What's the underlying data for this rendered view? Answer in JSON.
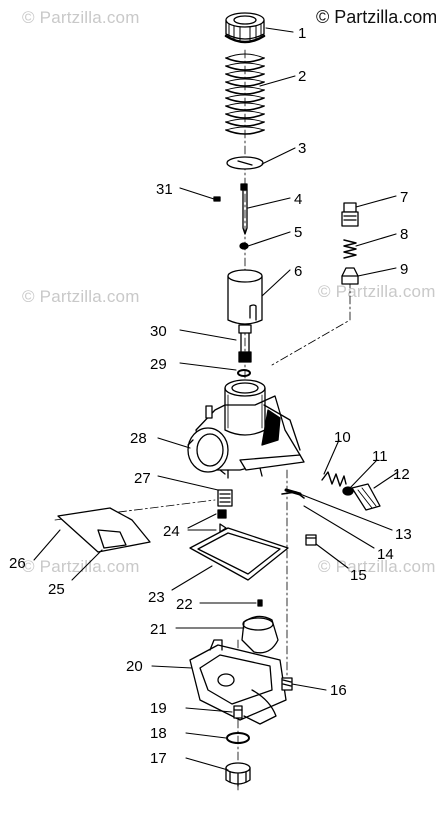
{
  "copyright": "© Partzilla.com",
  "watermark": "© Partzilla.com",
  "callouts": [
    "1",
    "2",
    "3",
    "4",
    "5",
    "6",
    "7",
    "8",
    "9",
    "10",
    "11",
    "12",
    "13",
    "14",
    "15",
    "16",
    "17",
    "18",
    "19",
    "20",
    "21",
    "22",
    "23",
    "24",
    "25",
    "26",
    "27",
    "28",
    "29",
    "30",
    "31"
  ]
}
